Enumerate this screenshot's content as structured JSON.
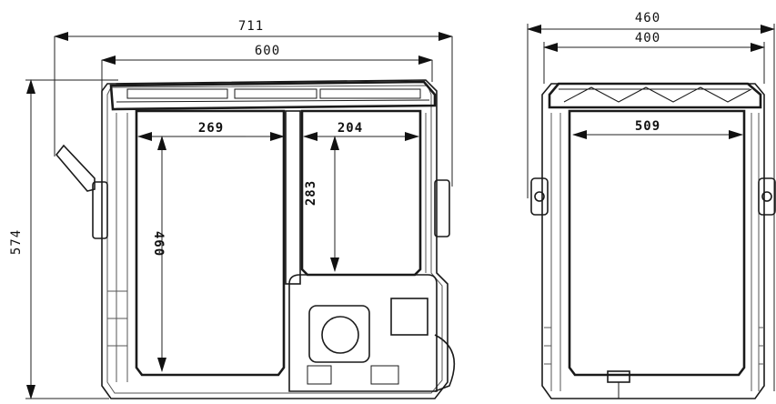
{
  "front_view": {
    "overall_width": "711",
    "inner_width": "600",
    "overall_height": "574",
    "left_compartment_width": "269",
    "right_compartment_width": "204",
    "left_compartment_height": "460",
    "right_compartment_height": "283"
  },
  "side_view": {
    "overall_width": "460",
    "inner_width": "400",
    "compartment_width": "509"
  }
}
